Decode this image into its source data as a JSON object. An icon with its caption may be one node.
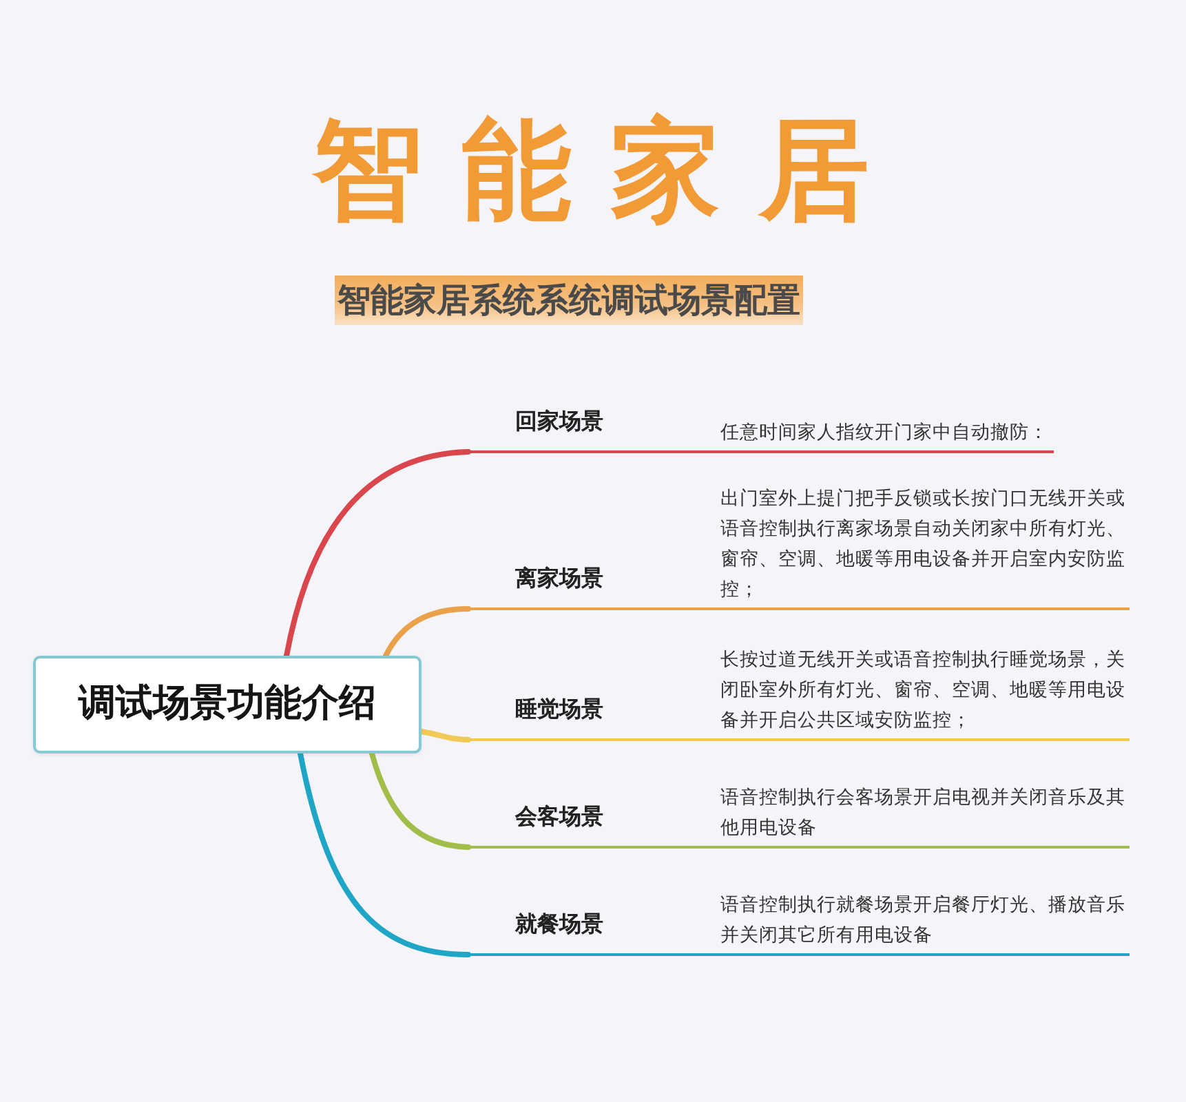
{
  "diagram": {
    "title": "智能家居",
    "nodes": [
      {
        "text": [
          "调试场景功能介绍"
        ]
      },
      {
        "text": [
          "回家场景",
          "任意时间家人指纹开门家中自动撤防："
        ]
      },
      {
        "text": [
          "离家场景",
          "出门室外上提门把手反锁或长按门口无线开关或语音控制执行离家场景自动关闭家中所有灯光、窗帘、空调、地暖等用电设备并开启室内安防监控；"
        ]
      },
      {
        "text": [
          "睡觉场景",
          "长按过道无线开关或语音控制执行睡觉场景，关闭卧室外所有灯光、窗帘、空调、地暖等用电设备并开启公共区域安防监控；"
        ]
      },
      {
        "text": [
          "会客场景",
          "语音控制执行会客场景开启电视并关闭音乐及其他用电设备"
        ]
      },
      {
        "text": [
          "就餐场景",
          "语音控制执行就餐场景开启餐厅灯光、播放音乐并关闭其它所有用电设备"
        ]
      }
    ],
    "edges": [
      {
        "from": 0,
        "to": 1,
        "arrow": "none",
        "color": "#d9464b"
      },
      {
        "from": 0,
        "to": 2,
        "arrow": "none",
        "color": "#e9a24a"
      },
      {
        "from": 0,
        "to": 3,
        "arrow": "none",
        "color": "#f1c955"
      },
      {
        "from": 0,
        "to": 4,
        "arrow": "none",
        "color": "#a2be4a"
      },
      {
        "from": 0,
        "to": 5,
        "arrow": "none",
        "color": "#1fa6c7"
      }
    ],
    "labels": [
      "智能家居系统系统调试场景配置"
    ]
  }
}
